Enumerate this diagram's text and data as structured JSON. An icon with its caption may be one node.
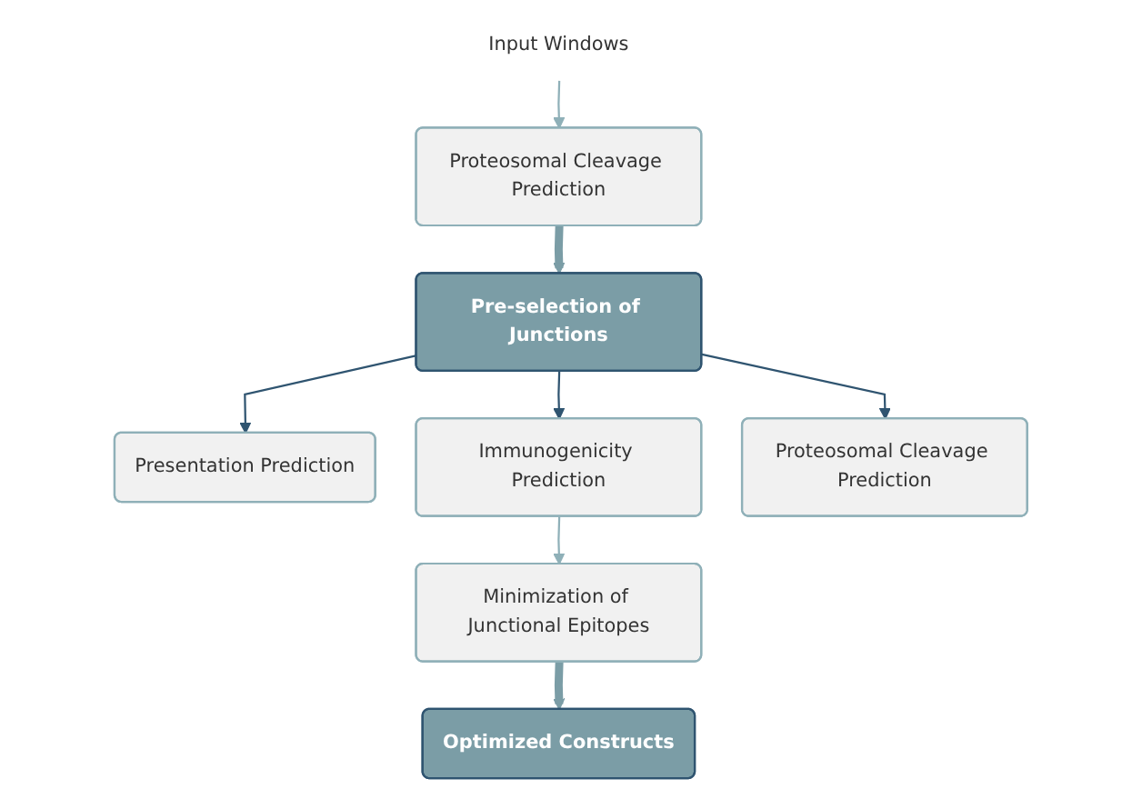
{
  "diagram": {
    "nodes": [
      {
        "text": [
          "Input Windows"
        ]
      },
      {
        "text": [
          "Proteosomal Cleavage Prediction"
        ]
      },
      {
        "text": [
          "Pre-selection of Junctions"
        ]
      },
      {
        "text": [
          "Presentation Prediction"
        ]
      },
      {
        "text": [
          "Immunogenicity Prediction"
        ]
      },
      {
        "text": [
          "Proteosomal Cleavage Prediction"
        ]
      },
      {
        "text": [
          "Minimization of Junctional Epitopes"
        ]
      },
      {
        "text": [
          "Optimized Constructs"
        ]
      }
    ],
    "edges": [
      {
        "from": 0,
        "to": 1,
        "arrow": "to",
        "color": "#8fb0b8"
      },
      {
        "from": 1,
        "to": 2,
        "arrow": "to",
        "style": "thick",
        "color": "#7b9da6"
      },
      {
        "from": 2,
        "to": 3,
        "arrow": "to"
      },
      {
        "from": 2,
        "to": 4,
        "arrow": "to"
      },
      {
        "from": 2,
        "to": 5,
        "arrow": "to"
      },
      {
        "from": 4,
        "to": 6,
        "arrow": "to",
        "color": "#8fb0b8"
      },
      {
        "from": 6,
        "to": 7,
        "arrow": "to",
        "style": "thick",
        "color": "#7b9da6"
      }
    ]
  }
}
